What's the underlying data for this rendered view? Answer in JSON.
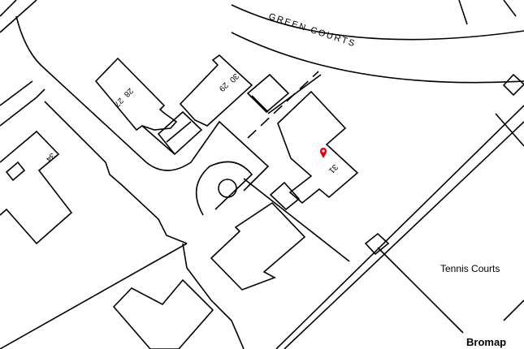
{
  "map": {
    "road_label": "GREEN   COURTS",
    "house_numbers": [
      "27",
      "28",
      "29",
      "30",
      "31",
      "34"
    ],
    "area_label": "Tennis Courts",
    "marker": {
      "icon": "map-pin-icon",
      "color": "#e3000f",
      "label": "31"
    },
    "logo": "Bromap"
  }
}
